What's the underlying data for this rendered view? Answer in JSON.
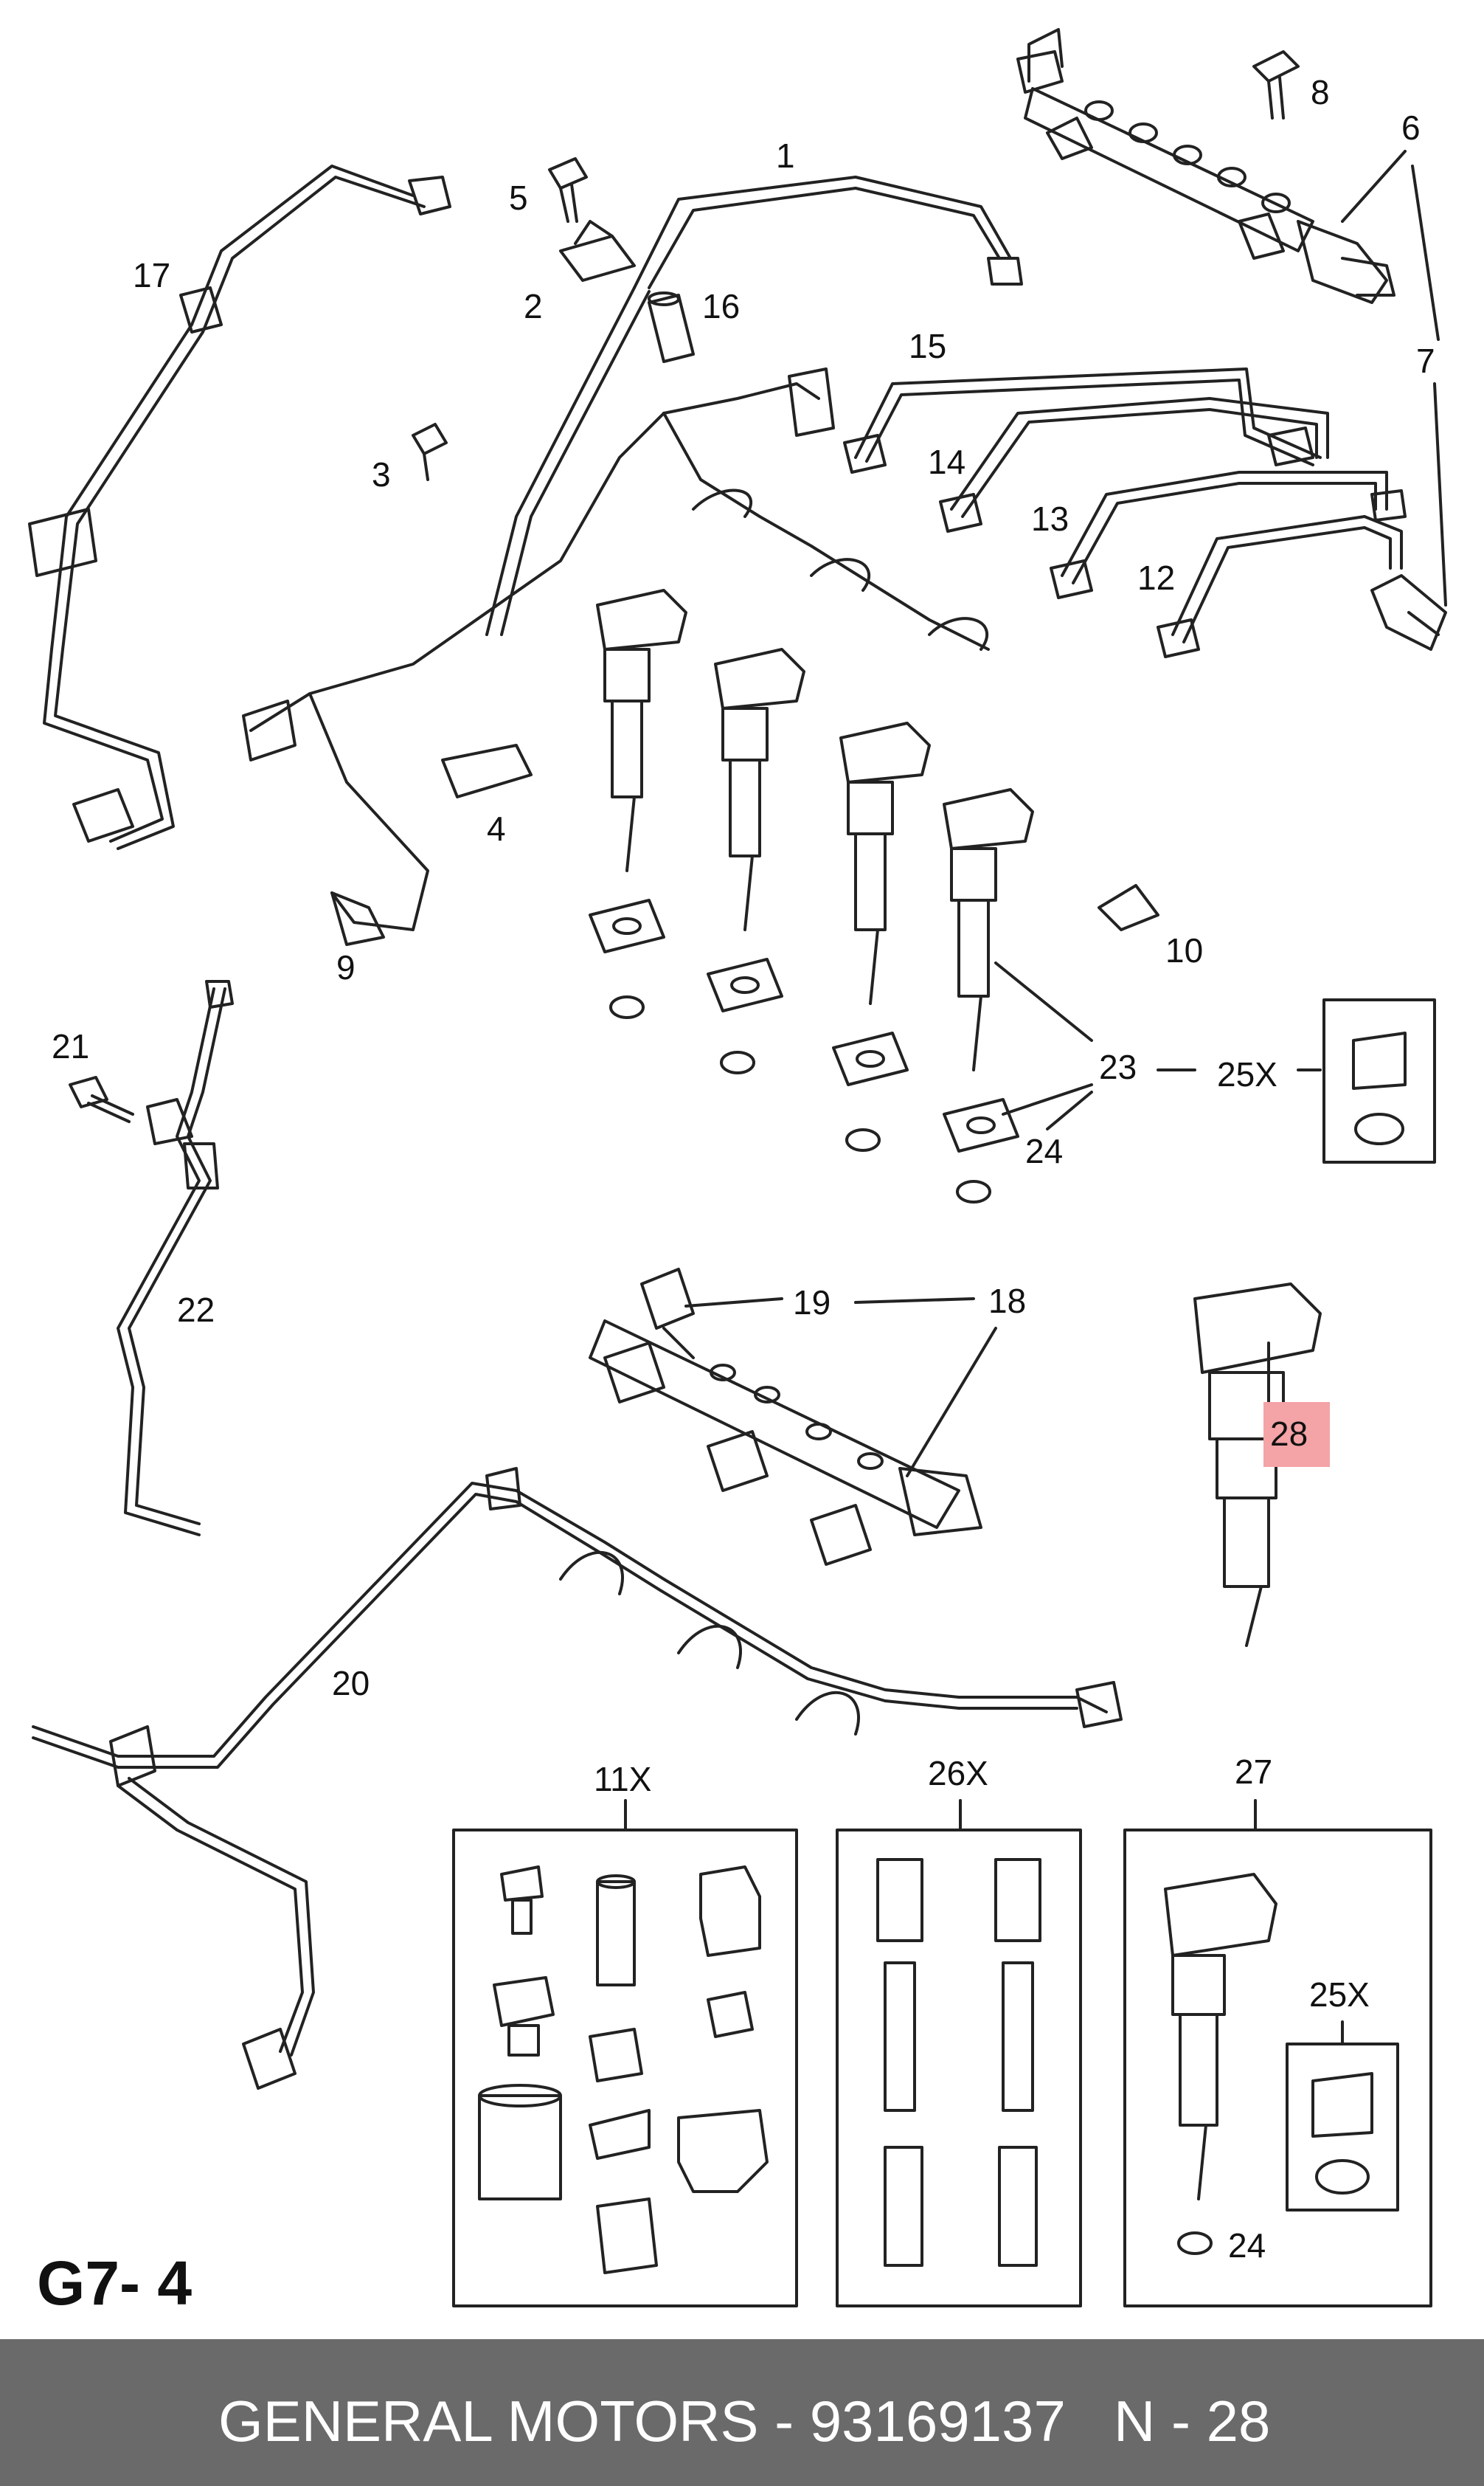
{
  "callouts": {
    "c1": "1",
    "c2": "2",
    "c3": "3",
    "c4": "4",
    "c5": "5",
    "c6": "6",
    "c7": "7",
    "c8": "8",
    "c9": "9",
    "c10": "10",
    "c12": "12",
    "c13": "13",
    "c14": "14",
    "c15": "15",
    "c16": "16",
    "c17": "17",
    "c18": "18",
    "c19": "19",
    "c20": "20",
    "c21": "21",
    "c22": "22",
    "c23": "23",
    "c24a": "24",
    "c25a": "25X",
    "c28": "28",
    "c11x": "11X",
    "c26x": "26X",
    "c27": "27",
    "c25b": "25X",
    "c24b": "24"
  },
  "highlight_color": "#f4a3a6",
  "page_code": "G7- 4",
  "footer": {
    "text": "GENERAL MOTORS - 93169137",
    "page_ref": "N - 28",
    "bg_color": "#6a6a6a"
  }
}
